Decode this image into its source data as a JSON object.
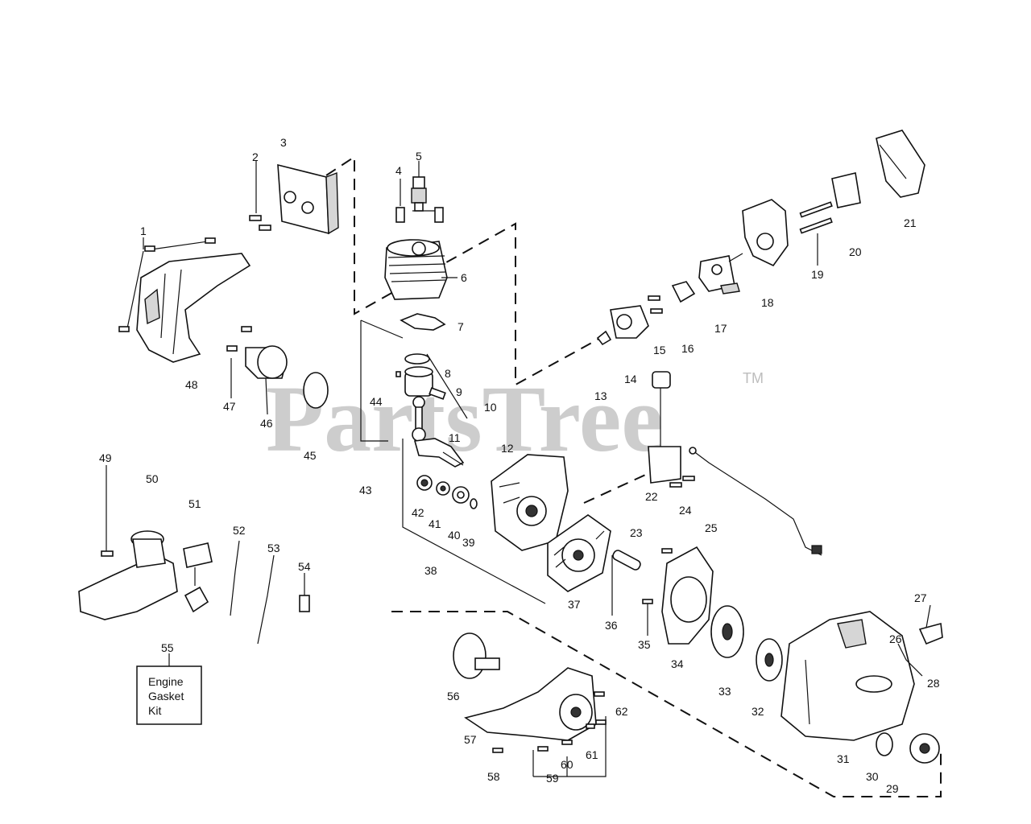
{
  "watermark": {
    "text": "PartsTree",
    "trademark": "TM"
  },
  "kit_box": {
    "number": "55",
    "line1": "Engine",
    "line2": "Gasket",
    "line3": "Kit"
  },
  "labels": [
    "1",
    "2",
    "3",
    "4",
    "5",
    "6",
    "7",
    "8",
    "9",
    "10",
    "11",
    "12",
    "13",
    "14",
    "15",
    "16",
    "17",
    "18",
    "19",
    "20",
    "21",
    "22",
    "23",
    "24",
    "25",
    "26",
    "27",
    "28",
    "29",
    "30",
    "31",
    "32",
    "33",
    "34",
    "35",
    "36",
    "37",
    "38",
    "39",
    "40",
    "41",
    "42",
    "43",
    "44",
    "45",
    "46",
    "47",
    "48",
    "49",
    "50",
    "51",
    "52",
    "53",
    "54",
    "56",
    "57",
    "58",
    "59",
    "60",
    "61",
    "62"
  ]
}
